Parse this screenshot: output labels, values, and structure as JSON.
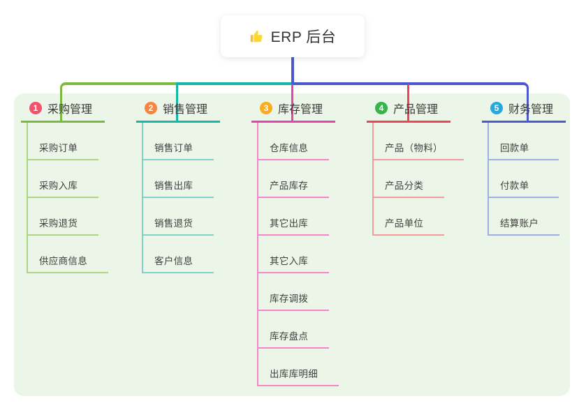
{
  "canvas": {
    "background": "#ffffff",
    "panel_color": "#ebf6e8"
  },
  "root": {
    "title": "ERP 后台",
    "icon": "thumbs-up",
    "trunk_color": "#4c59ce"
  },
  "branches": [
    {
      "index": "1",
      "label": "采购管理",
      "badge_color": "#f4516c",
      "line_color": "#7cb93e",
      "child_line_color": "#aed581",
      "children": [
        "采购订单",
        "采购入库",
        "采购退货",
        "供应商信息"
      ]
    },
    {
      "index": "2",
      "label": "销售管理",
      "badge_color": "#f8853e",
      "line_color": "#14b8a6",
      "child_line_color": "#7fd2c8",
      "children": [
        "销售订单",
        "销售出库",
        "销售退货",
        "客户信息"
      ]
    },
    {
      "index": "3",
      "label": "库存管理",
      "badge_color": "#fbab1d",
      "line_color": "#e743ac",
      "child_line_color": "#f286c7",
      "children": [
        "仓库信息",
        "产品库存",
        "其它出库",
        "其它入库",
        "库存调拨",
        "库存盘点",
        "出库库明细"
      ]
    },
    {
      "index": "4",
      "label": "产品管理",
      "badge_color": "#35b54a",
      "line_color": "#ef4458",
      "child_line_color": "#f59a9e",
      "children": [
        "产品（物料）",
        "产品分类",
        "产品单位"
      ]
    },
    {
      "index": "5",
      "label": "财务管理",
      "badge_color": "#28a7e0",
      "line_color": "#4c59ce",
      "child_line_color": "#9bb0e4",
      "children": [
        "回款单",
        "付款单",
        "结算账户"
      ]
    }
  ]
}
